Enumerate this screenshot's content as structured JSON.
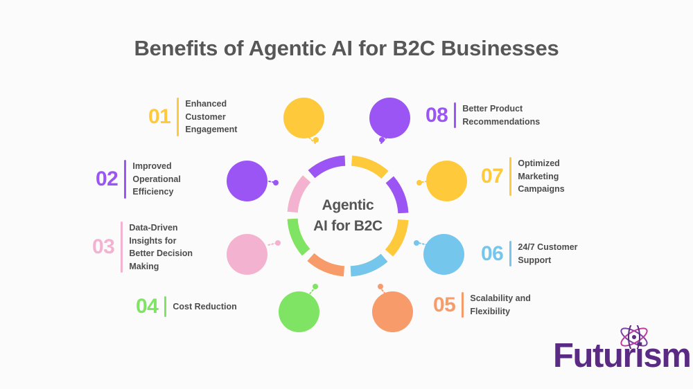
{
  "page": {
    "title": "Benefits of Agentic AI for B2C Businesses",
    "background_color": "#FCFBFB",
    "title_color": "#575757"
  },
  "center": {
    "line1": "Agentic",
    "line2": "AI for B2C",
    "text_color": "#555555"
  },
  "colors": {
    "yellow": "#FFC93C",
    "purple": "#9B55F5",
    "pink": "#F3B3D0",
    "green": "#7FE363",
    "orange": "#F79B6A",
    "blue": "#74C6ED",
    "logo_purple": "#5B2A83"
  },
  "benefits": [
    {
      "number": "01",
      "lines": [
        "Enhanced",
        "Customer",
        "Engagement"
      ],
      "color": "#FFC93C"
    },
    {
      "number": "02",
      "lines": [
        "Improved",
        "Operational",
        "Efficiency"
      ],
      "color": "#9B55F5"
    },
    {
      "number": "03",
      "lines": [
        "Data-Driven",
        "Insights for",
        "Better Decision",
        "Making"
      ],
      "color": "#F3B3D0"
    },
    {
      "number": "04",
      "lines": [
        "Cost Reduction"
      ],
      "color": "#7FE363"
    },
    {
      "number": "05",
      "lines": [
        "Scalability and",
        "Flexibility"
      ],
      "color": "#F79B6A"
    },
    {
      "number": "06",
      "lines": [
        "24/7 Customer",
        "Support"
      ],
      "color": "#74C6ED"
    },
    {
      "number": "07",
      "lines": [
        "Optimized",
        "Marketing",
        "Campaigns"
      ],
      "color": "#FFC93C"
    },
    {
      "number": "08",
      "lines": [
        "Better Product",
        "Recommendations"
      ],
      "color": "#9B55F5"
    }
  ],
  "chart_data": {
    "type": "pie",
    "title": "Benefits of Agentic AI for B2C Businesses",
    "center_label": "Agentic AI for B2C",
    "categories": [
      "Enhanced Customer Engagement",
      "Better Product Recommendations",
      "Optimized Marketing Campaigns",
      "24/7 Customer Support",
      "Scalability and Flexibility",
      "Cost Reduction",
      "Data-Driven Insights for Better Decision Making",
      "Improved Operational Efficiency"
    ],
    "values": [
      12.5,
      12.5,
      12.5,
      12.5,
      12.5,
      12.5,
      12.5,
      12.5
    ],
    "colors": [
      "#FFC93C",
      "#9B55F5",
      "#FFC93C",
      "#74C6ED",
      "#F79B6A",
      "#7FE363",
      "#F3B3D0",
      "#9B55F5"
    ],
    "legend_position": "sides",
    "grid": false
  },
  "logo": {
    "name": "Futurism",
    "icon": "atom-icon"
  }
}
